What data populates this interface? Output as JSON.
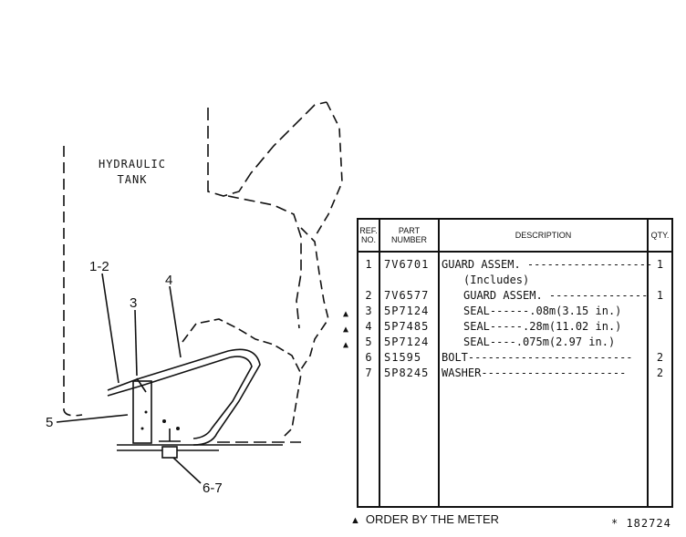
{
  "drawing": {
    "tank_label_line1": "HYDRAULIC",
    "tank_label_line2": "TANK",
    "callouts": [
      "1-2",
      "3",
      "4",
      "5",
      "6-7"
    ]
  },
  "parts_table": {
    "headers": {
      "ref_line1": "REF.",
      "ref_line2": "NO.",
      "part_line1": "PART",
      "part_line2": "NUMBER",
      "description": "DESCRIPTION",
      "qty": "QTY."
    },
    "rows": [
      {
        "marker": "",
        "ref": "1",
        "part": "7V6701",
        "desc": "GUARD ASSEM. -------------------",
        "qty": "1"
      },
      {
        "marker": "",
        "ref": "",
        "part": "",
        "desc": "(Includes)",
        "qty": ""
      },
      {
        "marker": "",
        "ref": "2",
        "part": "7V6577",
        "desc": "GUARD ASSEM. ---------------",
        "qty": "1"
      },
      {
        "marker": "▲",
        "ref": "3",
        "part": "5P7124",
        "desc": "SEAL------.08m(3.15 in.)",
        "qty": ""
      },
      {
        "marker": "▲",
        "ref": "4",
        "part": "5P7485",
        "desc": "SEAL-----.28m(11.02 in.)",
        "qty": ""
      },
      {
        "marker": "▲",
        "ref": "5",
        "part": "5P7124",
        "desc": "SEAL----.075m(2.97 in.)",
        "qty": ""
      },
      {
        "marker": "",
        "ref": "6",
        "part": "S1595",
        "desc": "BOLT-------------------------",
        "qty": "2"
      },
      {
        "marker": "",
        "ref": "7",
        "part": "5P8245",
        "desc": "WASHER----------------------",
        "qty": "2"
      }
    ]
  },
  "footnote": {
    "symbol": "▲",
    "text": "ORDER BY THE METER"
  },
  "illustration_id": "* 182724"
}
